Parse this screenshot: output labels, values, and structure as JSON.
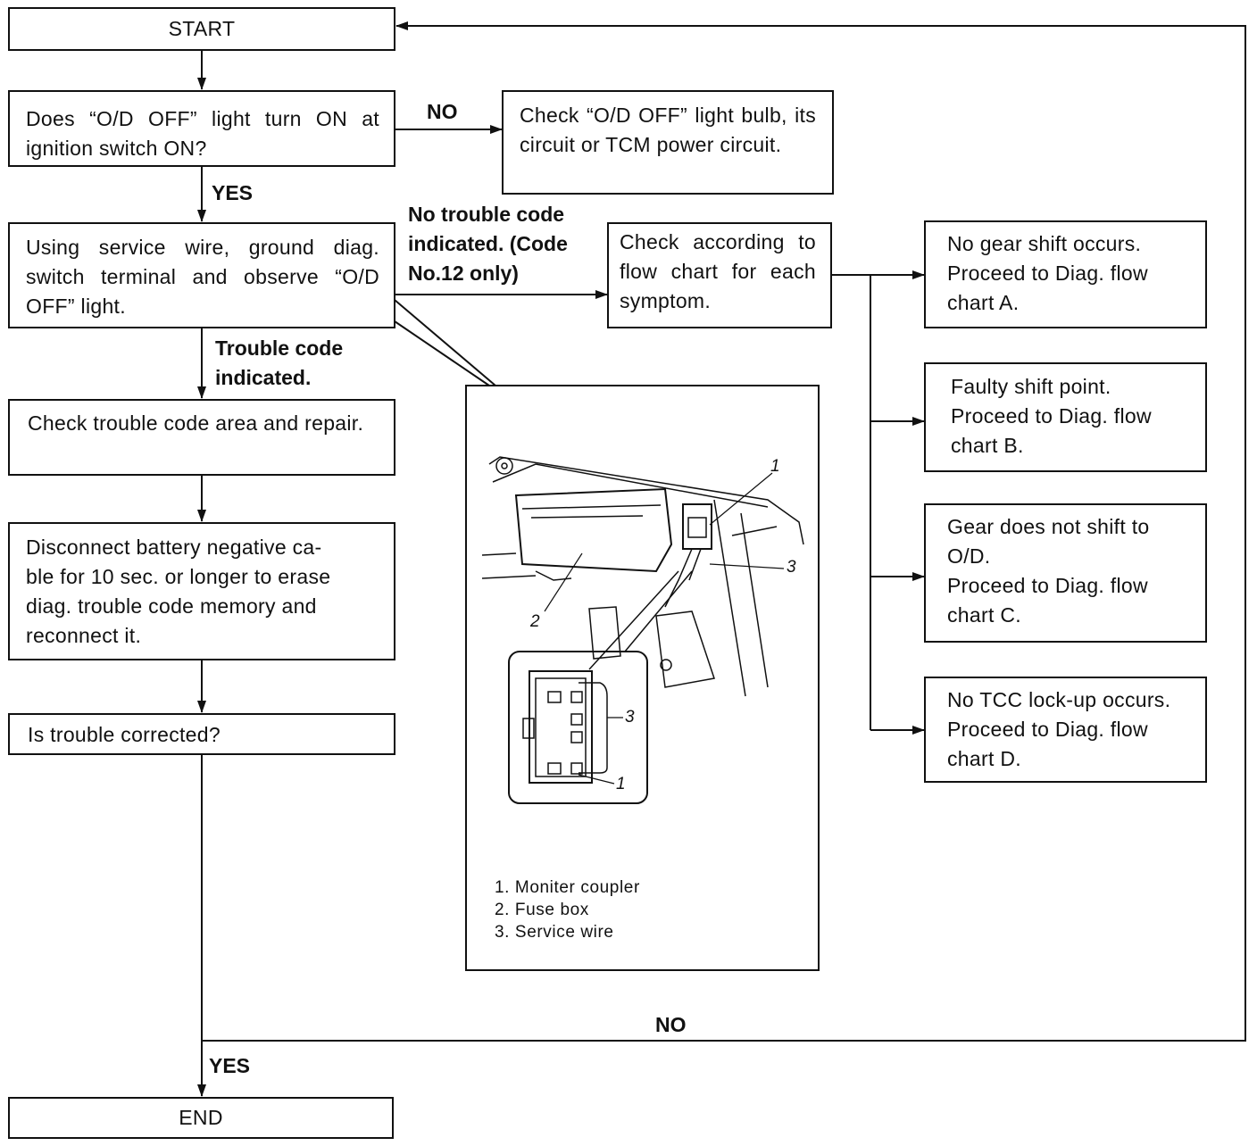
{
  "flowchart": {
    "start": "START",
    "end": "END",
    "q_light_on": "Does “O/D OFF” light turn ON at ignition switch ON?",
    "check_bulb": "Check “O/D OFF” light bulb, its circuit or TCM power circuit.",
    "ground_diag": "Using service wire, ground diag. switch terminal and observe “O/D OFF” light.",
    "check_flow": "Check according to flow chart for each symptom.",
    "check_code_area": "Check trouble code area and repair.",
    "disconnect_battery": "Disconnect battery negative ca-\nble for 10 sec. or longer to erase\ndiag. trouble code memory and\nreconnect it.",
    "q_corrected": "Is trouble corrected?",
    "symptoms": [
      {
        "line1": "No gear shift occurs.",
        "line2": "Proceed to Diag. flow",
        "line3": "chart A."
      },
      {
        "line1": "Faulty shift point.",
        "line2": "Proceed to Diag. flow",
        "line3": "chart B."
      },
      {
        "line1": "Gear does not shift to",
        "line2": "O/D.",
        "line3": "Proceed to Diag. flow",
        "line4": "chart C."
      },
      {
        "line1": "No TCC lock-up occurs.",
        "line2": "Proceed to Diag. flow",
        "line3": "chart D."
      }
    ],
    "labels": {
      "no_bulb": "NO",
      "yes_light": "YES",
      "no_code": "No trouble code\nindicated. (Code\nNo.12 only)",
      "code_indicated": "Trouble code\nindicated.",
      "no_loop": "NO",
      "yes_end": "YES"
    }
  },
  "illustration": {
    "callouts": [
      "1",
      "2",
      "3",
      "3",
      "1"
    ],
    "legend": [
      "1. Moniter coupler",
      "2. Fuse box",
      "3. Service wire"
    ]
  }
}
